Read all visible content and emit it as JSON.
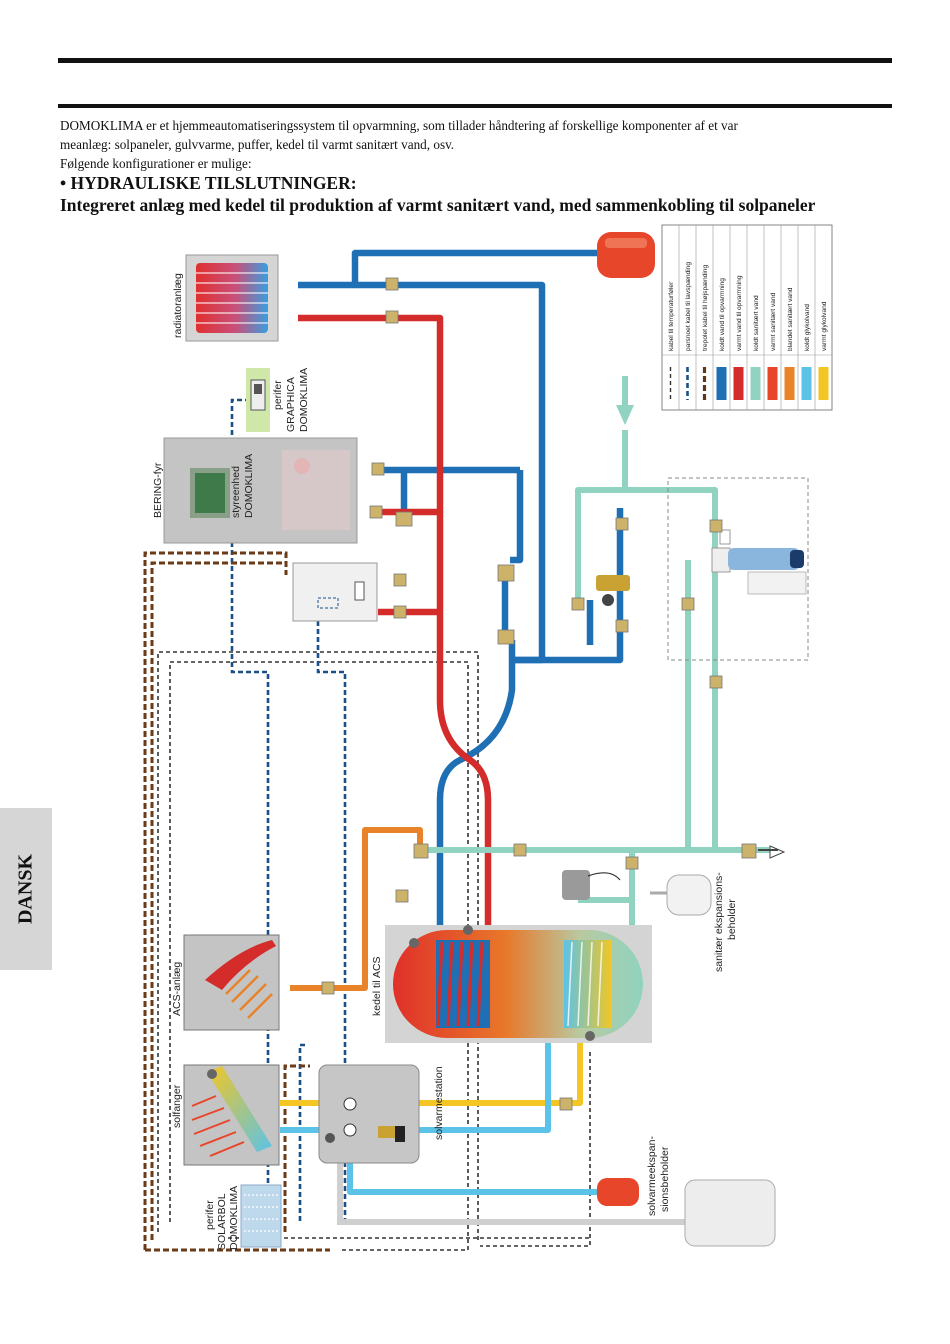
{
  "language_tab": "DANSK",
  "intro": {
    "line1": "DOMOKLIMA er et hjemmeautomatiseringssystem til opvarmning, som tillader håndtering af forskellige komponenter af et var",
    "line2": "meanlæg: solpaneler, gulvvarme, puffer, kedel til varmt sanitært vand, osv.",
    "line3": "Følgende konfigurationer er mulige:"
  },
  "heading": "• HYDRAULISKE TILSLUTNINGER:",
  "subheading": "Integreret anlæg med kedel til produktion af varmt sanitært vand, med sammenkobling til solpaneler",
  "legend": [
    {
      "label": "kabel til temperaturføler",
      "kind": "cable",
      "color": "#333333"
    },
    {
      "label": "parsnoet kabel til lavspænding",
      "kind": "cable2",
      "color": "#1a4f8a"
    },
    {
      "label": "trepolet kabel til højspænding",
      "kind": "cable3",
      "color": "#5a3a1a"
    },
    {
      "label": "koldt vand til opvarmning",
      "kind": "pipe",
      "color": "#1f6fb5"
    },
    {
      "label": "varmt vand til opvarmning",
      "kind": "pipe",
      "color": "#d42b2b"
    },
    {
      "label": "koldt sanitært vand",
      "kind": "pipe",
      "color": "#8fd3c0"
    },
    {
      "label": "varmt sanitært vand",
      "kind": "pipe",
      "color": "#e8462a"
    },
    {
      "label": "blandet sanitært vand",
      "kind": "pipe",
      "color": "#e8832a"
    },
    {
      "label": "koldt glykolvand",
      "kind": "pipe",
      "color": "#5bc3e8"
    },
    {
      "label": "varmt glykolvand",
      "kind": "pipe",
      "color": "#f3c623"
    }
  ],
  "labels": {
    "radiator": "radiatoranlæg",
    "graphica_1": "perifer",
    "graphica_2": "GRAPHICA",
    "graphica_3": "DOMOKLIMA",
    "boiler": "BERING-fyr",
    "control_1": "styreenhed",
    "control_2": "DOMOKLIMA",
    "acs_plant": "ACS-anlæg",
    "kedel": "kedel til ACS",
    "collector": "solfanger",
    "solarbol_1": "perifer",
    "solarbol_2": "SOLARBOL",
    "solarbol_3": "DOMOKLIMA",
    "solar_station": "solvarmestation",
    "sanitary_exp_1": "sanitær ekspansions-",
    "sanitary_exp_2": "beholder",
    "solar_exp_1": "solvarmeekspan-",
    "solar_exp_2": "sionsbeholder"
  },
  "colors": {
    "cold_heating": "#1f6fb5",
    "hot_heating": "#d42b2b",
    "cold_sanitary": "#8fd3c0",
    "mixed_sanitary": "#e8832a",
    "cold_glycol": "#5bc3e8",
    "hot_glycol": "#f3c623",
    "cable_dark": "#1d1d1d",
    "cable_blue": "#1a4f8a",
    "cable_brown": "#6b3a16",
    "device_grey": "#bdbdbd"
  }
}
